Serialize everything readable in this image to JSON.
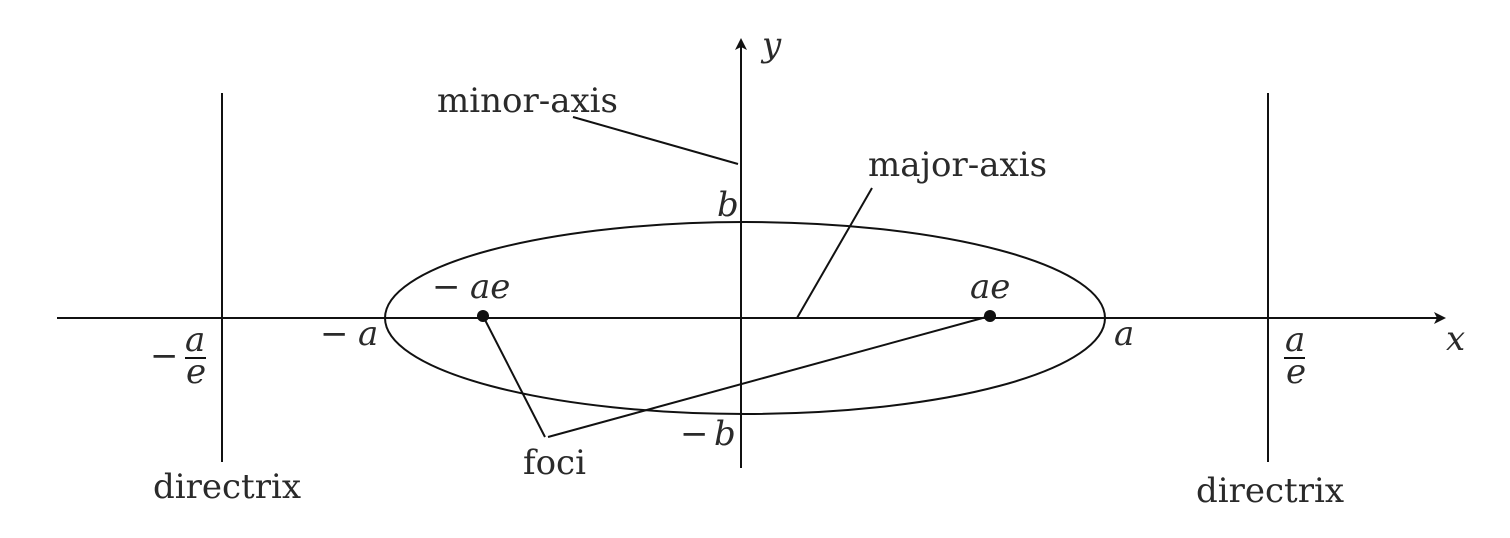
{
  "axes": {
    "x_label": "x",
    "y_label": "y"
  },
  "annotations": {
    "minor_axis": "minor-axis",
    "major_axis": "major-axis",
    "foci": "foci",
    "directrix_left": "directrix",
    "directrix_right": "directrix"
  },
  "points": {
    "a": "a",
    "neg_a": "a",
    "b": "b",
    "neg_b": "b",
    "ae": "ae",
    "neg_ae": "ae",
    "minus_sign": "−"
  },
  "fractions": {
    "a_over_e_num": "a",
    "a_over_e_den": "e"
  },
  "colors": {
    "stroke": "#111111",
    "text": "#2a2a2a"
  }
}
